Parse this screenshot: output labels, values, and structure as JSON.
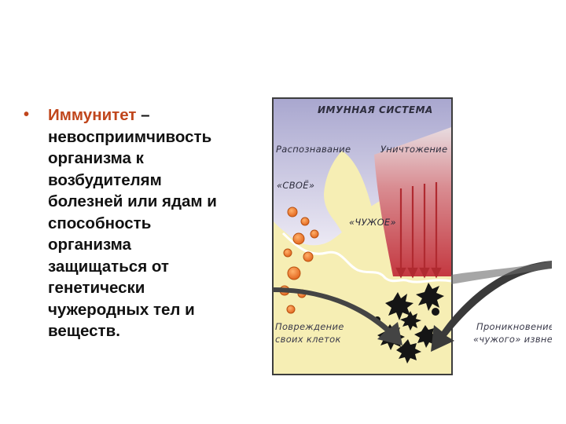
{
  "slide": {
    "bullet_symbol": "•",
    "term": "Иммунитет",
    "dash": " –",
    "lines": [
      "невосприимчивость",
      "организма к",
      "возбудителям",
      "болезней или ядам и",
      "способность",
      "организма",
      "защищаться от",
      "генетически",
      "чужеродных тел и",
      "веществ."
    ]
  },
  "figure": {
    "title": "ИМУННАЯ СИСТЕМА",
    "recognition": "Распознавание",
    "destruction": "Уничтожение",
    "self": "«СВОЁ»",
    "foreign": "«ЧУЖОЕ»",
    "damage_line1": "Повреждение",
    "damage_line2": "своих клеток",
    "penetration_line1": "Проникновение",
    "penetration_line2": "«чужого» извне",
    "colors": {
      "term": "#c0461c",
      "immune_top": "#b9b6d6",
      "cream": "#f6eeb4",
      "red_field": "#c9404a",
      "arrows": "#2a2a2a",
      "cells": "#e8701e"
    }
  }
}
